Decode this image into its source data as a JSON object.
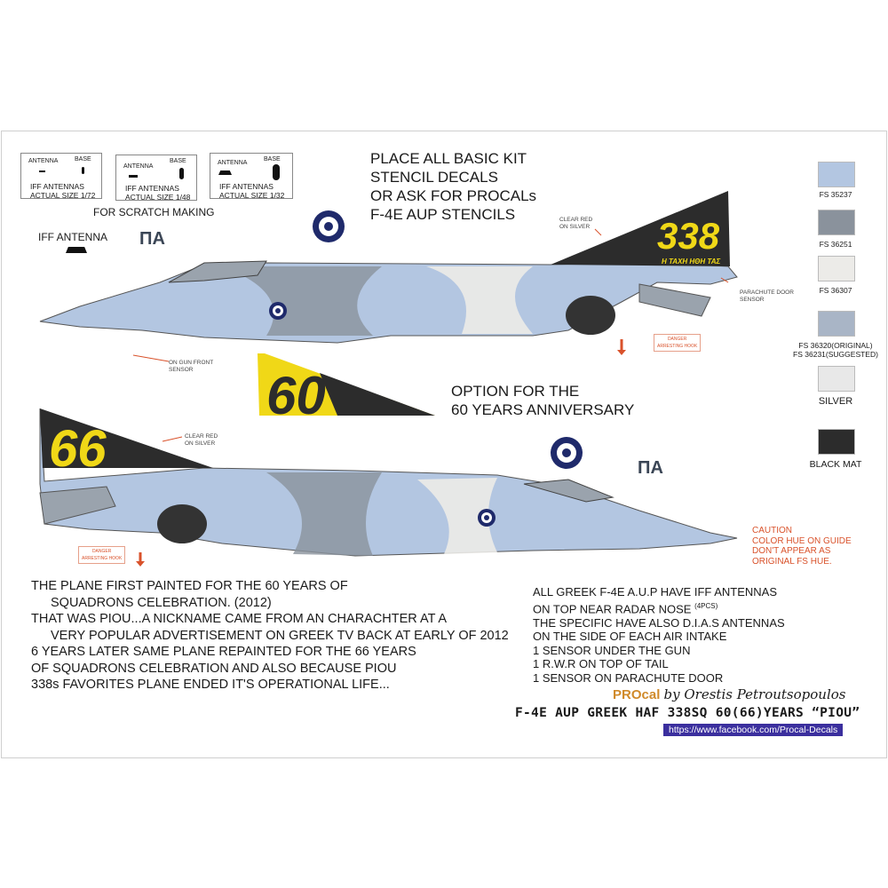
{
  "iff_boxes": [
    {
      "antenna": "ANTENNA",
      "base": "BASE",
      "line1": "IFF ANTENNAS",
      "line2": "ACTUAL SIZE 1/72"
    },
    {
      "antenna": "ANTENNA",
      "base": "BASE",
      "line1": "IFF ANTENNAS",
      "line2": "ACTUAL SIZE 1/48"
    },
    {
      "antenna": "ANTENNA",
      "base": "BASE",
      "line1": "IFF ANTENNAS",
      "line2": "ACTUAL SIZE 1/32"
    }
  ],
  "scratch": "FOR SCRATCH MAKING",
  "iff_antenna": "IFF ANTENNA",
  "pa": "ΠΑ",
  "place": [
    "PLACE ALL BASIC KIT",
    "STENCIL DECALS",
    "OR ASK FOR PROCALs",
    "F-4E AUP STENCILS"
  ],
  "option": [
    "OPTION FOR THE",
    "60 YEARS ANNIVERSARY"
  ],
  "labels": {
    "clear_red": [
      "CLEAR RED",
      "ON SILVER"
    ],
    "parachute": [
      "PARACHUTE DOOR",
      "SENSOR"
    ],
    "gun": [
      "ON GUN FRONT",
      "SENSOR"
    ],
    "danger": [
      "DANGER",
      "ARRESTING HOOK"
    ],
    "tail_338": "338",
    "tail_60": "60",
    "tail_66": "66",
    "motto": "Η ΤΑΧΗ ΗΘΗ ΤΑΣ"
  },
  "swatches": [
    {
      "label": "FS 35237",
      "color": "#b3c6e1"
    },
    {
      "label": "FS 36251",
      "color": "#8a929c"
    },
    {
      "label": "FS 36307",
      "color": "#ecebe8"
    },
    {
      "label": "FS 36320(ORIGINAL)",
      "label2": "FS 36231(SUGGESTED)",
      "color": "#a9b5c6"
    },
    {
      "label": "SILVER",
      "color": "#e8e8e8"
    },
    {
      "label": "BLACK MAT",
      "color": "#2c2c2c"
    }
  ],
  "caution": [
    "CAUTION",
    "COLOR HUE ON GUIDE",
    "DON'T APPEAR AS",
    "ORIGINAL FS HUE."
  ],
  "story": [
    "THE PLANE FIRST PAINTED FOR THE 60 YEARS OF",
    "SQUADRONS CELEBRATION. (2012)",
    "THAT WAS PIOU...A NICKNAME CAME FROM AN CHARACHTER AT A",
    "VERY POPULAR ADVERTISEMENT ON GREEK TV  BACK AT EARLY OF 2012",
    "6 YEARS LATER SAME PLANE REPAINTED FOR THE 66 YEARS",
    "OF SQUADRONS CELEBRATION AND ALSO BECAUSE PIOU",
    "338s FAVORITES PLANE ENDED IT'S OPERATIONAL LIFE..."
  ],
  "notes": [
    "ALL GREEK F-4E A.U.P HAVE IFF ANTENNAS",
    "ON TOP NEAR RADAR NOSE",
    "(4PCS)",
    "THE SPECIFIC HAVE ALSO D.I.A.S ANTENNAS",
    "ON THE SIDE OF EACH AIR INTAKE",
    "1 SENSOR UNDER THE GUN",
    "1 R.W.R ON TOP OF TAIL",
    "1 SENSOR ON PARACHUTE DOOR"
  ],
  "brand": {
    "pro": "PROcal",
    "by": "by Orestis Petroutsopoulos"
  },
  "title": "F-4E AUP GREEK HAF 338SQ 60(66)YEARS “PIOU”",
  "link": "https://www.facebook.com/Procal-Decals"
}
